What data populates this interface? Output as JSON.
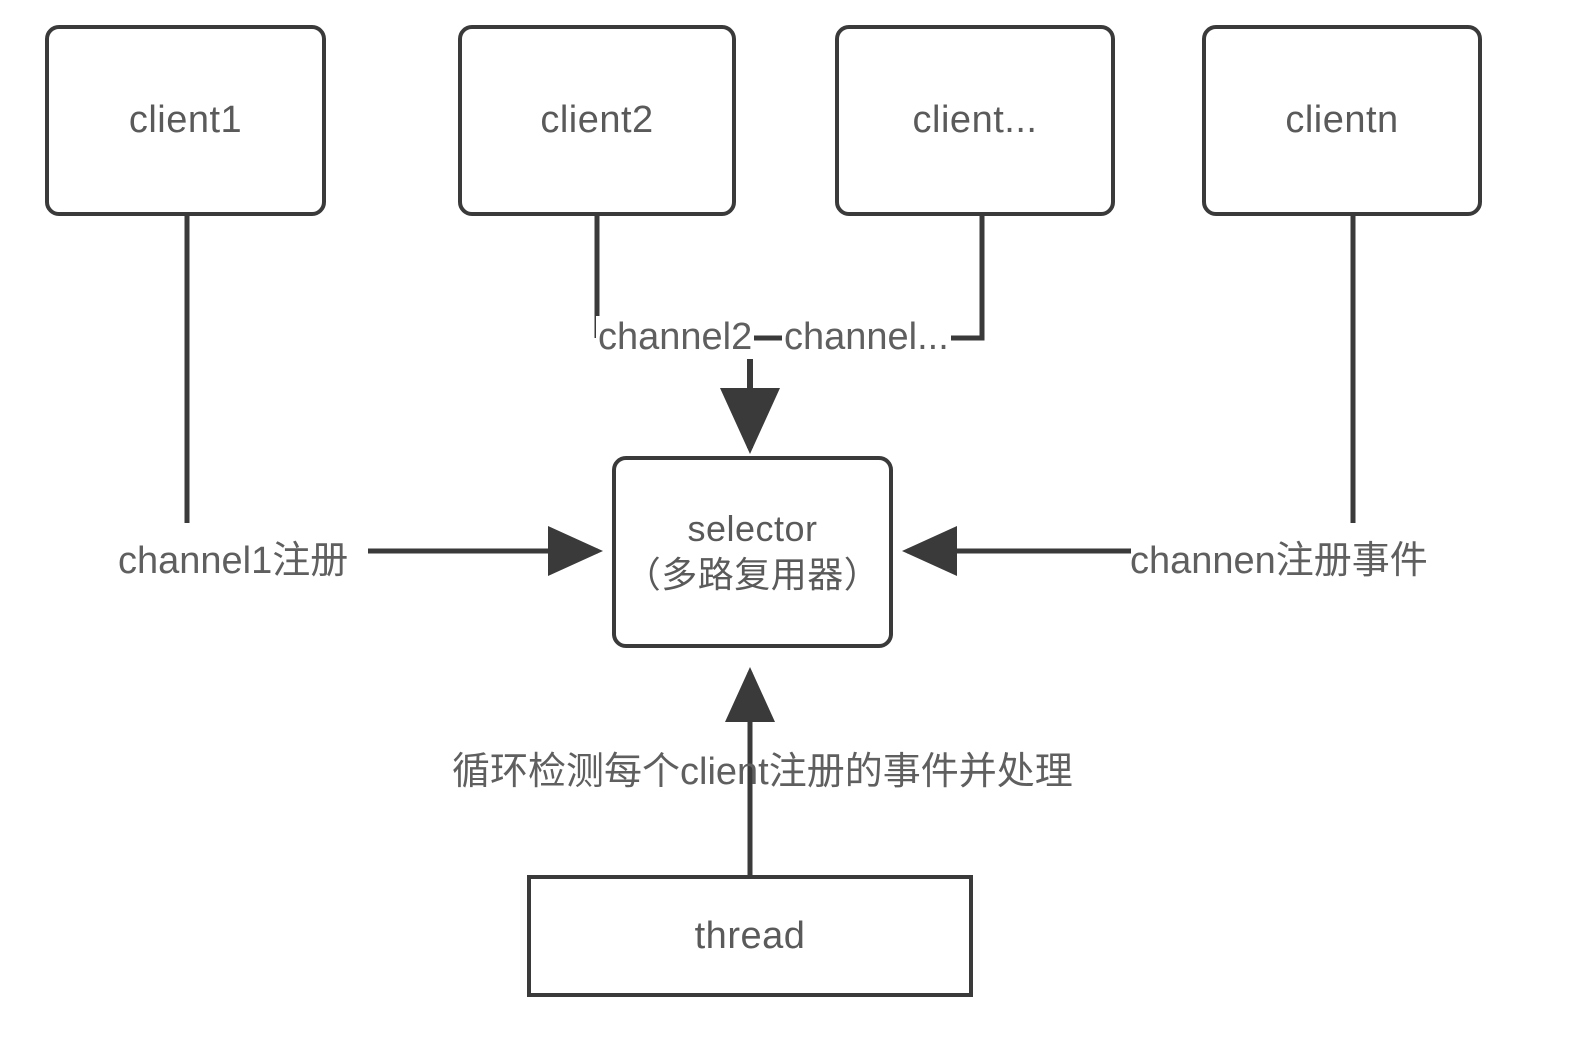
{
  "diagram": {
    "title": "NIO selector multiplexing diagram",
    "background_color": "#ffffff",
    "stroke_color": "#3a3a3a",
    "text_color": "#5a5a5a"
  },
  "nodes": [
    {
      "id": "client1",
      "label": "client1",
      "shape": "rounded-rect"
    },
    {
      "id": "client2",
      "label": "client2",
      "shape": "rounded-rect"
    },
    {
      "id": "clientx",
      "label": "client...",
      "shape": "rounded-rect"
    },
    {
      "id": "clientn",
      "label": "clientn",
      "shape": "rounded-rect"
    },
    {
      "id": "selector",
      "label": "selector\n（多路复用器）",
      "shape": "rounded-rect"
    },
    {
      "id": "thread",
      "label": "thread",
      "shape": "rect"
    }
  ],
  "edges": [
    {
      "id": "e1",
      "from": "client1",
      "to": "selector",
      "label": "channel1注册",
      "arrow": "right"
    },
    {
      "id": "e2",
      "from": "client2",
      "to": "selector",
      "label": "channel2",
      "arrow": "down"
    },
    {
      "id": "e3",
      "from": "clientx",
      "to": "selector",
      "label": "channel...",
      "arrow": "down"
    },
    {
      "id": "e4",
      "from": "clientn",
      "to": "selector",
      "label": "channen注册事件",
      "arrow": "left"
    },
    {
      "id": "e5",
      "from": "thread",
      "to": "selector",
      "label": "循环检测每个client注册的事件并处理",
      "arrow": "up"
    }
  ]
}
